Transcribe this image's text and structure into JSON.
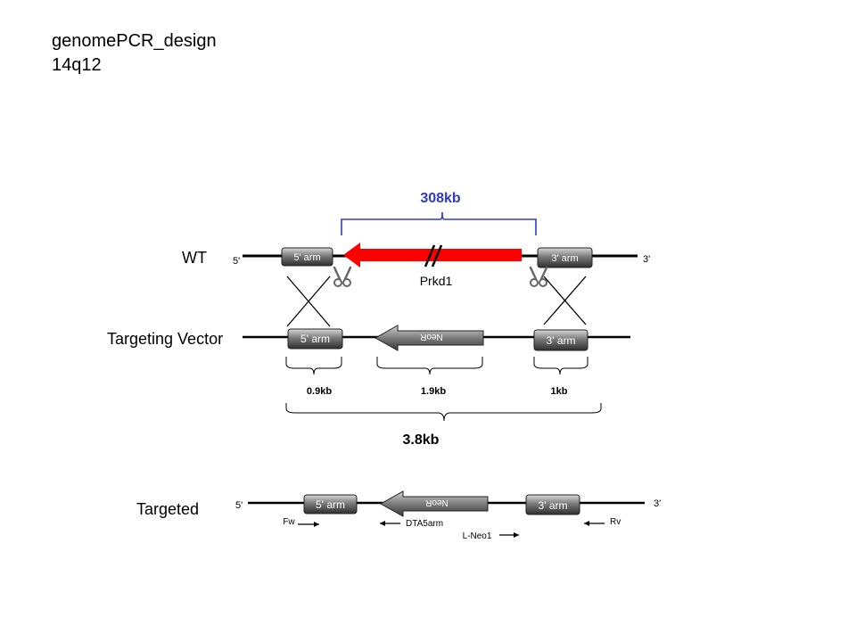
{
  "header": {
    "line1": "genomePCR_design",
    "line2": "14q12"
  },
  "rows": {
    "wt": "WT",
    "vector": "Targeting Vector",
    "targeted": "Targeted"
  },
  "ends": {
    "five": "5'",
    "three": "3'"
  },
  "labels": {
    "five_arm": "5' arm",
    "three_arm": "3' arm",
    "neo": "NeoR",
    "gene": "Prkd1",
    "deletion": "308kb",
    "seg1": "0.9kb",
    "seg2": "1.9kb",
    "seg3": "1kb",
    "total": "3.8kb"
  },
  "primers": {
    "fw": "Fw",
    "dta": "DTA5arm",
    "lneo": "L-Neo1",
    "rv": "Rv"
  },
  "colors": {
    "gene_arrow": "#ff0000",
    "deletion_bracket": "#2f3bc8",
    "arm_box": "#5a5a5a",
    "neo_box": "#6f6f6f"
  },
  "icons": {
    "cut_site": "scissors-icon"
  }
}
